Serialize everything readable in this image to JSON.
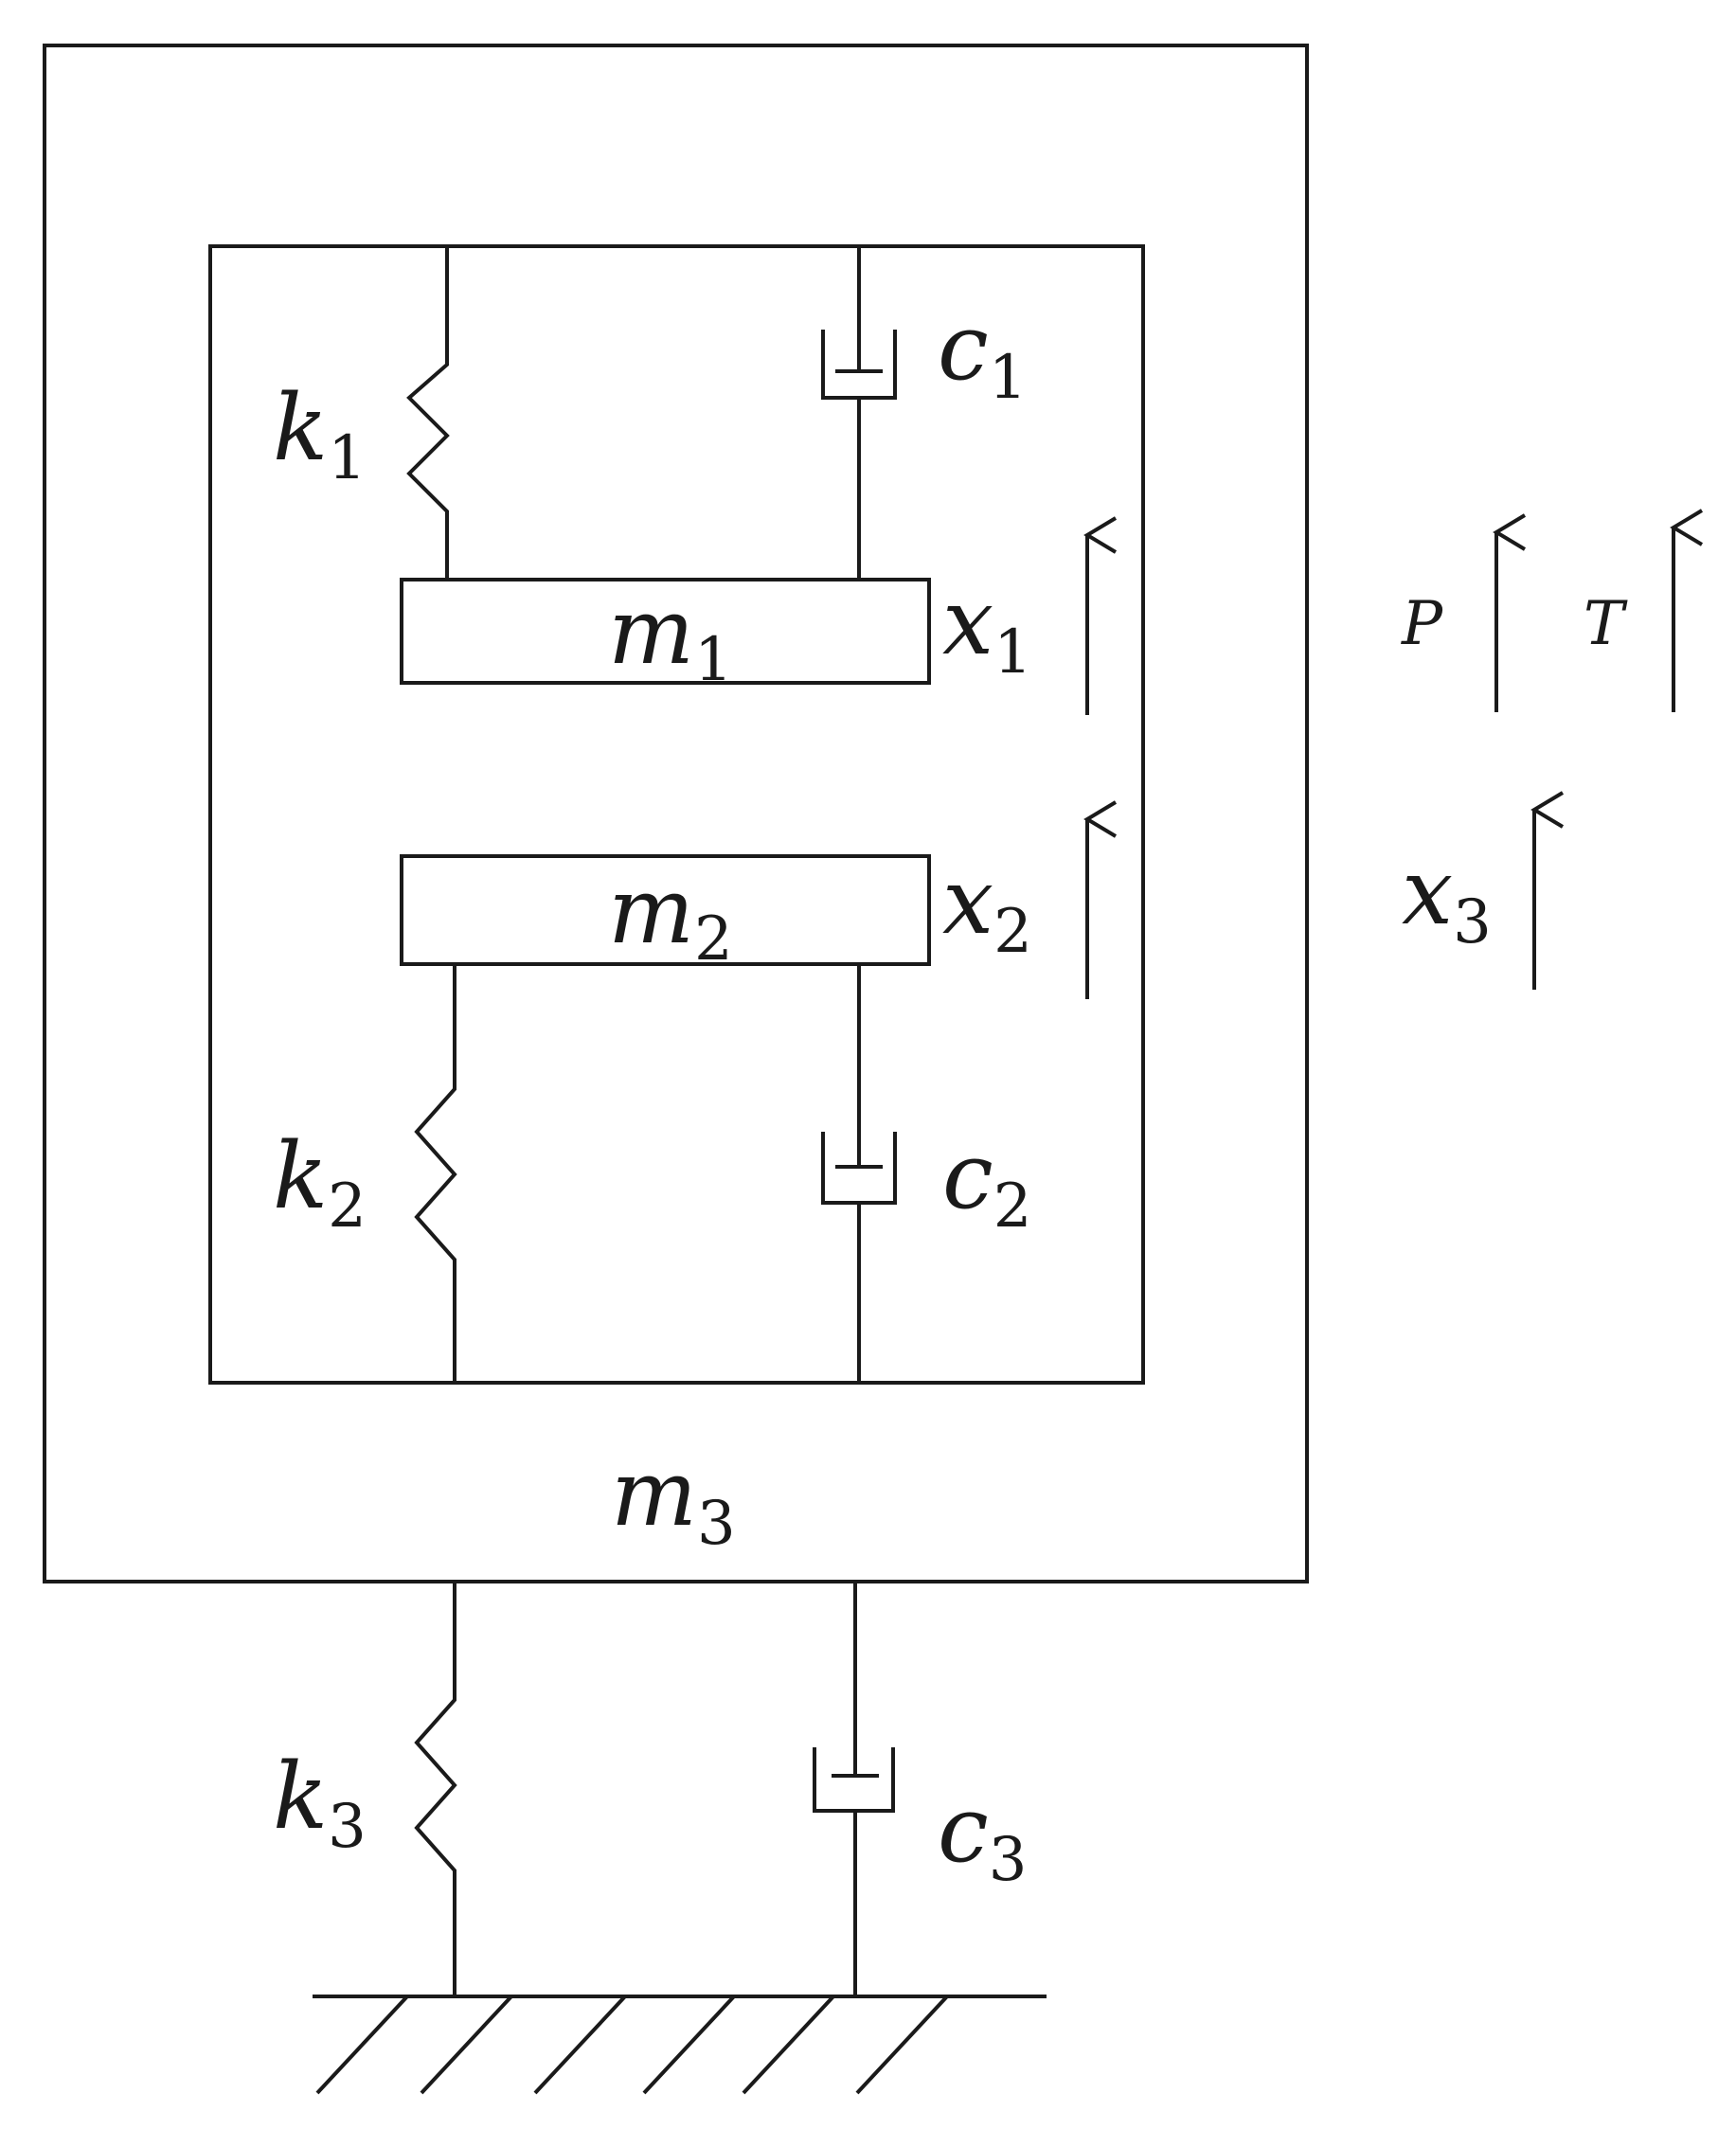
{
  "masses": {
    "m1": {
      "base": "m",
      "sub": "1"
    },
    "m2": {
      "base": "m",
      "sub": "2"
    },
    "m3": {
      "base": "m",
      "sub": "3"
    }
  },
  "springs": {
    "k1": {
      "base": "k",
      "sub": "1"
    },
    "k2": {
      "base": "k",
      "sub": "2"
    },
    "k3": {
      "base": "k",
      "sub": "3"
    }
  },
  "dampers": {
    "c1": {
      "base": "c",
      "sub": "1"
    },
    "c2": {
      "base": "c",
      "sub": "2"
    },
    "c3": {
      "base": "c",
      "sub": "3"
    }
  },
  "displacements": {
    "x1": {
      "base": "x",
      "sub": "1"
    },
    "x2": {
      "base": "x",
      "sub": "2"
    },
    "x3": {
      "base": "x",
      "sub": "3"
    }
  },
  "forces": {
    "P": "P",
    "T": "T"
  }
}
